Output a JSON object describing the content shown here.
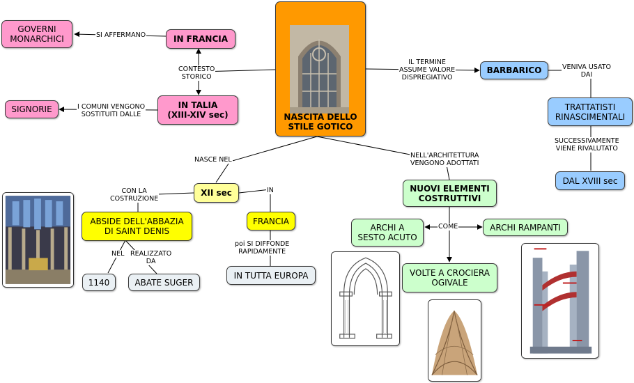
{
  "nodes": {
    "center": "NASCITA DELLO\nSTILE GOTICO",
    "governi": "GOVERNI\nMONARCHICI",
    "francia_top": "IN FRANCIA",
    "signorie": "SIGNORIE",
    "italia": "IN TALIA\n(XIII-XIV sec)",
    "barbarico": "BARBARICO",
    "trattatisti": "TRATTATISTI\nRINASCIMENTALI",
    "xviii": "DAL XVIII sec",
    "xii": "XII sec",
    "abside": "ABSIDE DELL'ABBAZIA\nDI SAINT DENIS",
    "francia": "FRANCIA",
    "anno": "1140",
    "suger": "ABATE SUGER",
    "europa": "IN TUTTA EUROPA",
    "nuovi": "NUOVI ELEMENTI\nCOSTRUTTIVI",
    "sesto": "ARCHI A\nSESTO ACUTO",
    "rampanti": "ARCHI RAMPANTI",
    "volte": "VOLTE A CROCIERA\nOGIVALE"
  },
  "labels": {
    "si_affermano": "SI AFFERMANO",
    "contesto": "CONTESTO\nSTORICO",
    "comuni": "I COMUNI VENGONO\nSOSTITUITI DALLE",
    "termine": "IL TERMINE\nASSUME VALORE\nDISPREGIATIVO",
    "veniva": "VENIVA USATO\nDAI",
    "successivamente": "SUCCESSIVAMENTE\nVIENE RIVALUTATO",
    "nasce_nel": "NASCE NEL",
    "architettura": "NELL'ARCHITETTURA\nVENGONO ADOTTATI",
    "con_la": "CON LA\nCOSTRUZIONE",
    "in": "IN",
    "nel": "NEL",
    "realizzato": "REALIZZATO\nDA",
    "diffonde": "poi SI DIFFONDE\nRAPIDAMENTE",
    "come": "COME"
  },
  "colors": {
    "center": "#ff9900",
    "pink": "#ff99cc",
    "blue": "#99ccff",
    "yellow": "#ffff00",
    "green": "#ccffcc",
    "grey": "#eaf0f4"
  },
  "images": [
    "gothic-window-image",
    "saint-denis-interior-image",
    "pointed-arch-image",
    "rib-vault-image",
    "flying-buttress-image"
  ]
}
